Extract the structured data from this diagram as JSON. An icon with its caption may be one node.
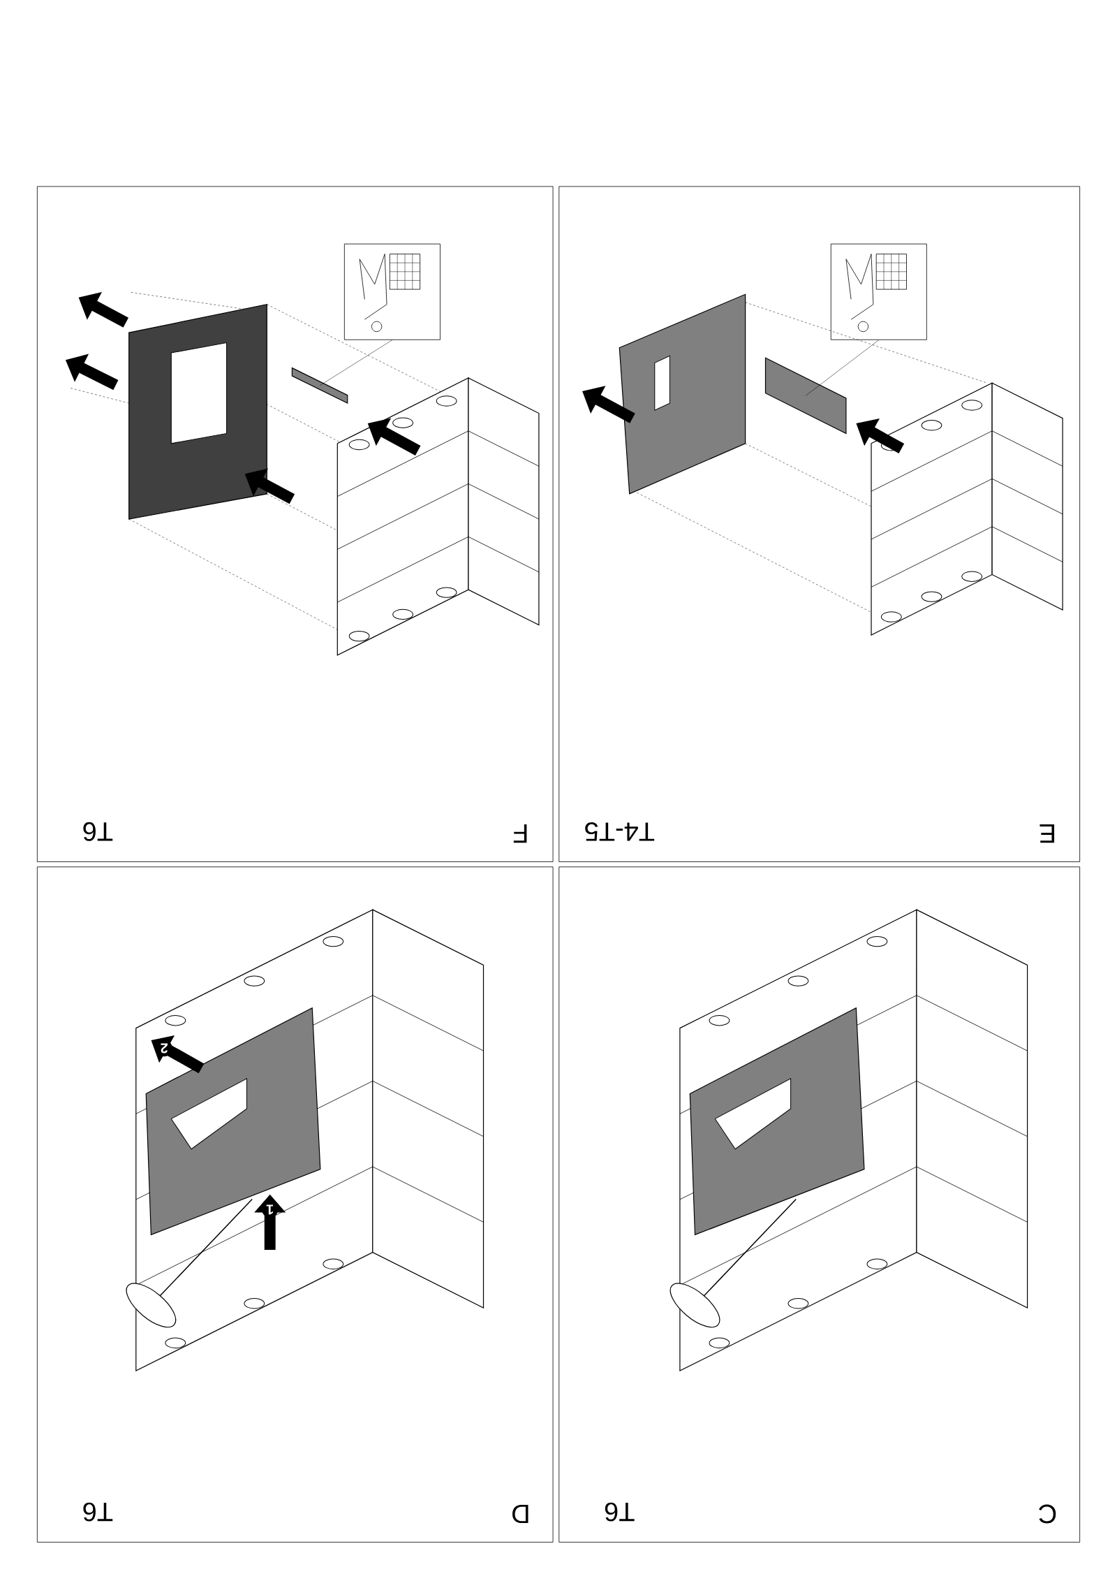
{
  "diagram": {
    "nodes": [
      {
        "text": [
          "F",
          "T6"
        ]
      },
      {
        "text": [
          "E",
          "T4-T5"
        ]
      },
      {
        "text": [
          "D",
          "T6"
        ]
      },
      {
        "text": [
          "C",
          "T6"
        ]
      },
      {
        "text": [],
        "shape": "picture",
        "in": 0
      },
      {
        "text": [],
        "shape": "bar",
        "in": 0
      },
      {
        "text": [],
        "shape": "picture",
        "in": 1
      },
      {
        "text": [],
        "shape": "bar",
        "in": 1
      }
    ],
    "edges": [
      {
        "from": 4,
        "to": 5,
        "arrow": "none"
      },
      {
        "from": 6,
        "to": 7,
        "arrow": "none"
      }
    ],
    "labels": [
      "2",
      "1"
    ]
  }
}
